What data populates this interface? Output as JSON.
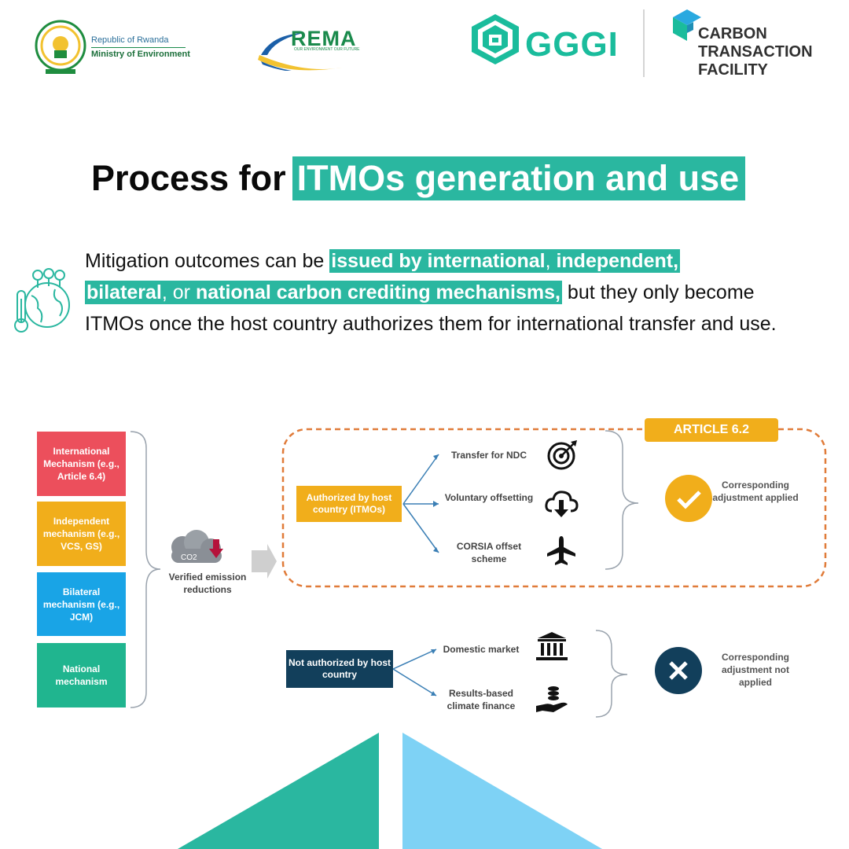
{
  "header": {
    "ministry_line1": "Republic of Rwanda",
    "ministry_line2": "Ministry of Environment",
    "rema_title": "REMA",
    "rema_tagline": "OUR ENVIRONMENT OUR FUTURE",
    "gggi_title": "GGGI",
    "ctf_line1": "CARBON",
    "ctf_line2": "TRANSACTION",
    "ctf_line3": "FACILITY"
  },
  "title": {
    "plain": "Process for",
    "highlight": "ITMOs generation and use"
  },
  "intro": {
    "t1": "Mitigation outcomes can be ",
    "h1": "issued by international",
    "h1b": ", ",
    "h2": "independent,",
    "h3": "bilateral",
    "h3b": ", or ",
    "h4": "national carbon crediting mechanisms,",
    "t2": " but they only become ITMOs once the host country authorizes them for international transfer and use."
  },
  "mechanisms": [
    "International Mechanism (e.g., Article 6.4)",
    "Independent mechanism (e.g., VCS, GS)",
    "Bilateral mechanism (e.g., JCM)",
    "National mechanism"
  ],
  "co2_label": "CO2",
  "verified_label": "Verified emission reductions",
  "article_label": "ARTICLE 6.2",
  "authorized_label": "Authorized by host country (ITMOs)",
  "authorized_options": [
    "Transfer for NDC",
    "Voluntary offsetting",
    "CORSIA offset scheme"
  ],
  "authorized_result": "Corresponding adjustment applied",
  "not_authorized_label": "Not authorized by host country",
  "not_authorized_options": [
    "Domestic market",
    "Results-based climate finance"
  ],
  "not_authorized_result": "Corresponding adjustment not applied",
  "icons": {
    "target": "target-icon",
    "cloud_download": "cloud-download-icon",
    "airplane": "airplane-icon",
    "bank": "bank-icon",
    "hand_coins": "hand-coins-icon",
    "check": "check-icon",
    "cross": "close-icon",
    "globe_trees": "globe-trees-thermometer-icon"
  },
  "colors": {
    "teal": "#2ab7a0",
    "red": "#ec4f5c",
    "orange": "#f1ae1b",
    "blue": "#19a4e6",
    "green": "#20b58f",
    "navy": "#123f5b",
    "dash": "#e07b39"
  }
}
